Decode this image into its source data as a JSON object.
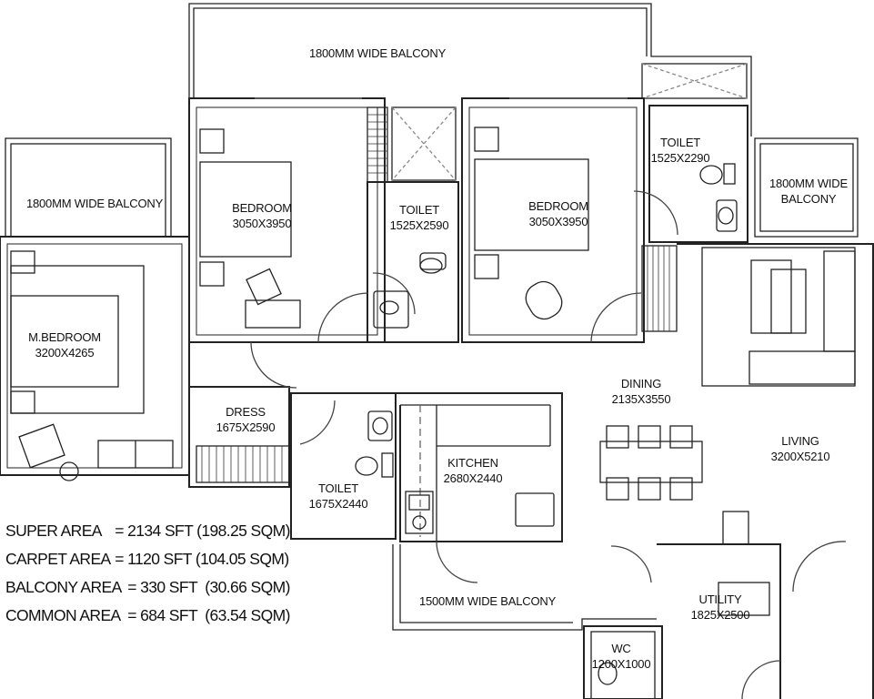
{
  "rooms": {
    "balcony_top": "1800MM WIDE BALCONY",
    "balcony_left": "1800MM WIDE BALCONY",
    "balcony_right": [
      "1800MM WIDE",
      "BALCONY"
    ],
    "balcony_bottom": "1500MM WIDE BALCONY",
    "bedroom1": {
      "name": "BEDROOM",
      "size": "3050X3950"
    },
    "bedroom2": {
      "name": "BEDROOM",
      "size": "3050X3950"
    },
    "toilet1": {
      "name": "TOILET",
      "size": "1525X2590"
    },
    "toilet2": {
      "name": "TOILET",
      "size": "1525X2290"
    },
    "toilet3": {
      "name": "TOILET",
      "size": "1675X2440"
    },
    "master_bedroom": {
      "name": "M.BEDROOM",
      "size": "3200X4265"
    },
    "dress": {
      "name": "DRESS",
      "size": "1675X2590"
    },
    "kitchen": {
      "name": "KITCHEN",
      "size": "2680X2440"
    },
    "dining": {
      "name": "DINING",
      "size": "2135X3550"
    },
    "living": {
      "name": "LIVING",
      "size": "3200X5210"
    },
    "utility": {
      "name": "UTILITY",
      "size": "1825X2500"
    },
    "wc": {
      "name": "WC",
      "size": "1200X1000"
    }
  },
  "areas": [
    {
      "label": "SUPER AREA",
      "value": "= 2134 SFT (198.25 SQM)"
    },
    {
      "label": "CARPET AREA",
      "value": "= 1120 SFT (104.05 SQM)"
    },
    {
      "label": "BALCONY AREA",
      "value": "= 330 SFT  (30.66 SQM)"
    },
    {
      "label": "COMMON AREA",
      "value": "= 684 SFT  (63.54 SQM)"
    }
  ]
}
